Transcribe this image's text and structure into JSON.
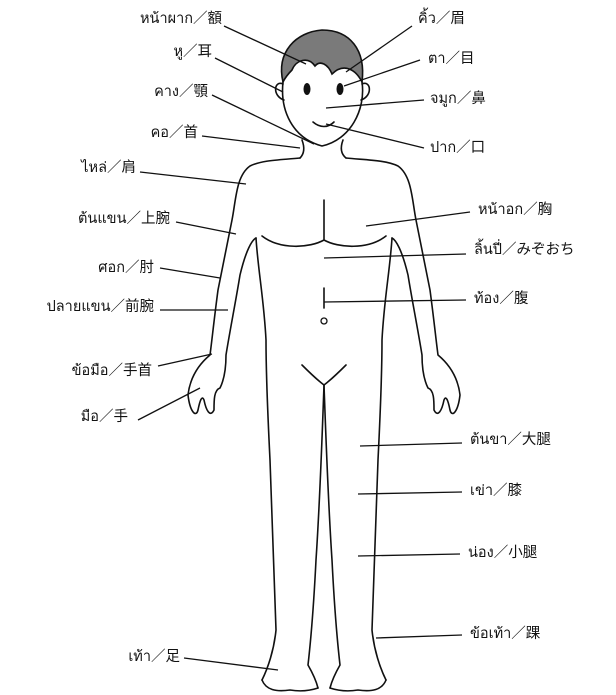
{
  "labels": {
    "forehead": "หน้าผาก／額",
    "eyebrow": "คิ้ว／眉",
    "ear": "หู／耳",
    "eye": "ตา／目",
    "jaw": "คาง／顎",
    "nose": "จมูก／鼻",
    "neck": "คอ／首",
    "mouth": "ปาก／口",
    "shoulder": "ไหล่／肩",
    "upper_arm": "ต้นแขน／上腕",
    "chest": "หน้าอก／胸",
    "solar_plexus": "ลิ้นปี่／みぞおち",
    "elbow": "ศอก／肘",
    "forearm": "ปลายแขน／前腕",
    "belly": "ท้อง／腹",
    "wrist": "ข้อมือ／手首",
    "hand": "มือ／手",
    "thigh": "ต้นขา／大腿",
    "knee": "เข่า／膝",
    "calf": "น่อง／小腿",
    "ankle": "ข้อเท้า／踝",
    "foot": "เท้า／足"
  },
  "colors": {
    "hair": "#7a7a7a",
    "line": "#111111",
    "background": "#ffffff"
  }
}
